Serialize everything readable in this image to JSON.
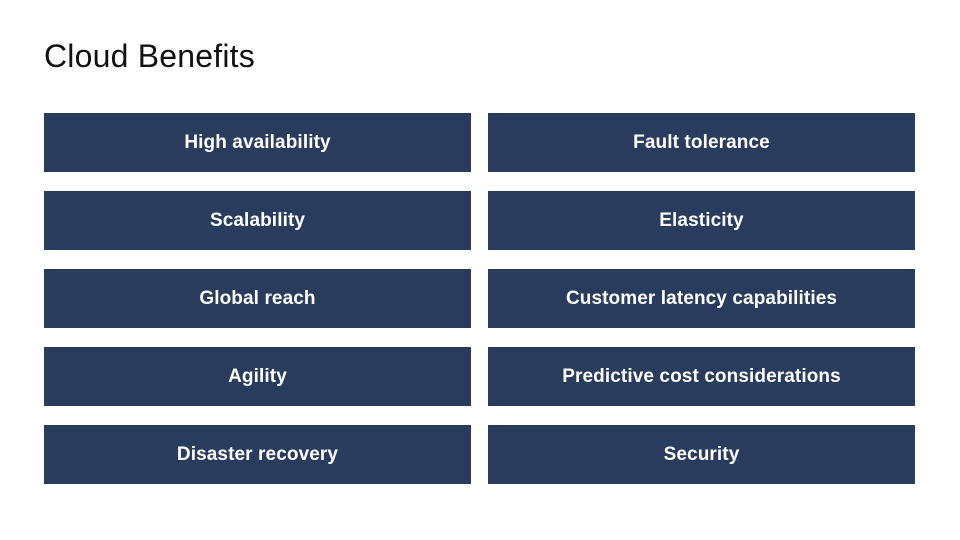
{
  "slide": {
    "title": "Cloud Benefits",
    "background_color": "#ffffff",
    "card_color": "#2a3c5e",
    "card_text_color": "#ffffff",
    "title_color": "#111111"
  },
  "benefits": [
    {
      "label": "High availability"
    },
    {
      "label": "Fault tolerance"
    },
    {
      "label": "Scalability"
    },
    {
      "label": "Elasticity"
    },
    {
      "label": "Global reach"
    },
    {
      "label": "Customer latency capabilities"
    },
    {
      "label": "Agility"
    },
    {
      "label": "Predictive cost considerations"
    },
    {
      "label": "Disaster recovery"
    },
    {
      "label": "Security"
    }
  ]
}
